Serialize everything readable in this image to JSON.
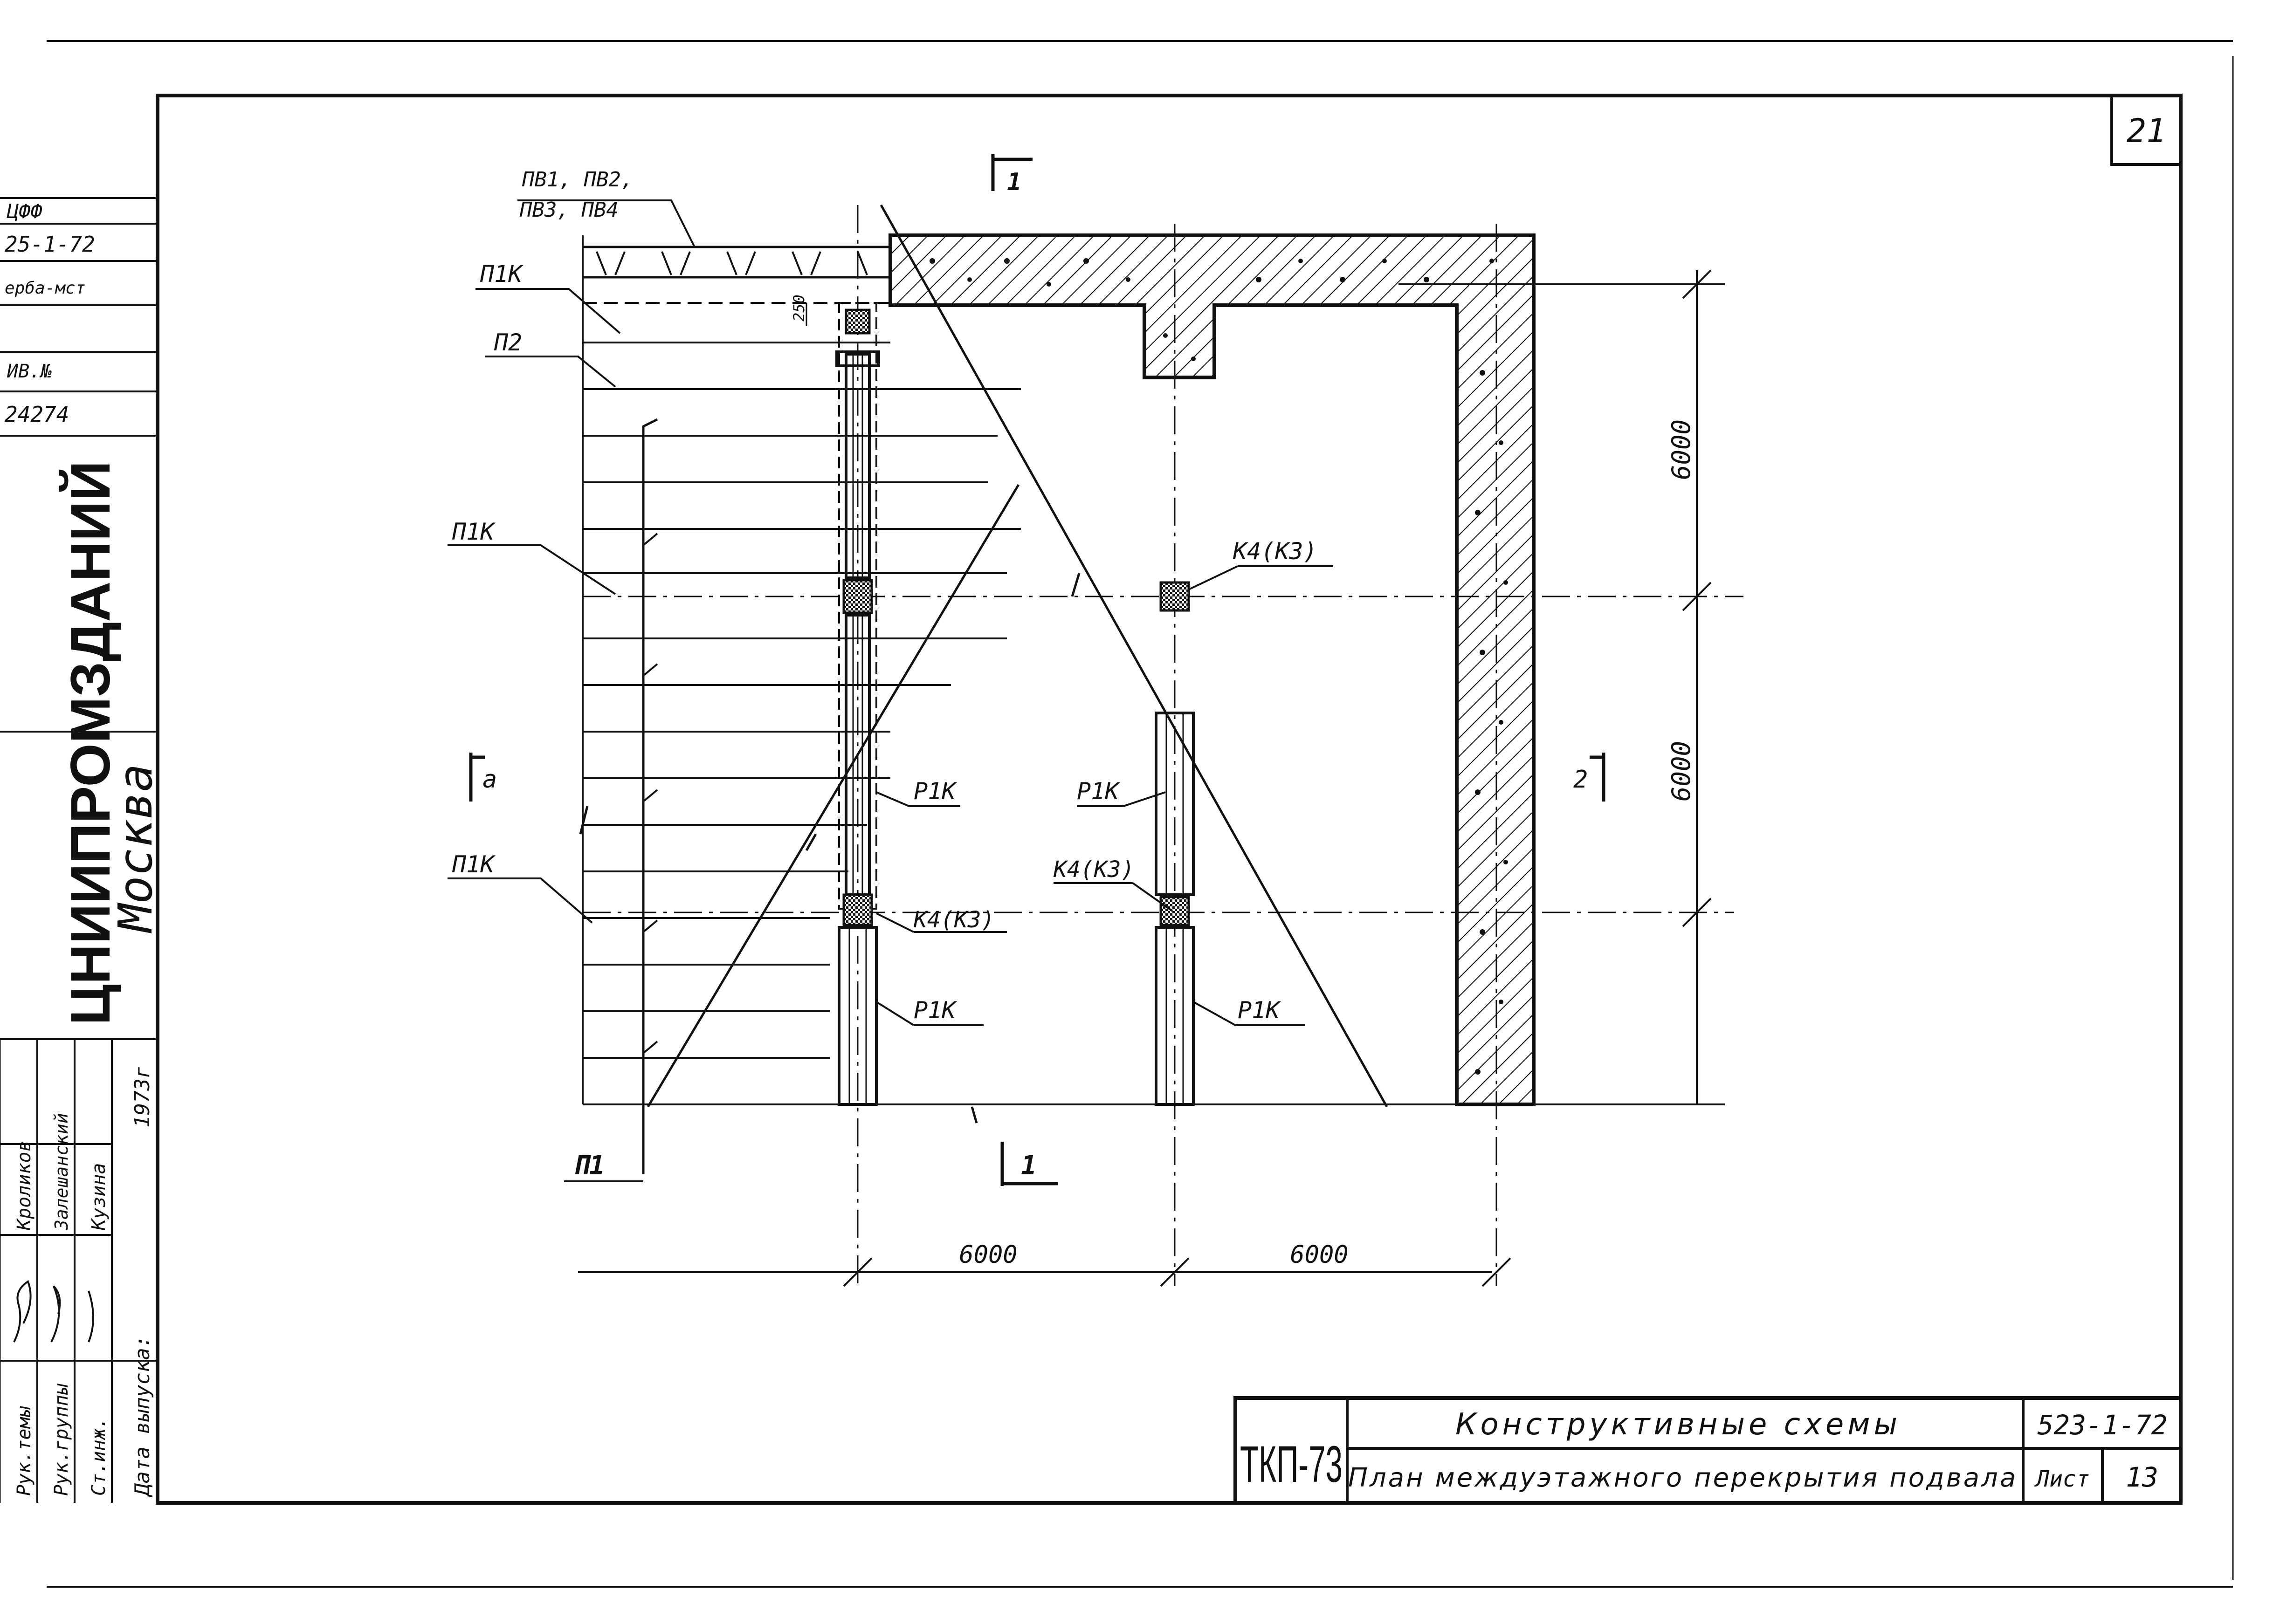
{
  "sheet": {
    "corner_number": "21",
    "organization_line1": "ЦНИИПРОМЗДАНИЙ",
    "organization_line2": "Москва",
    "archive_labels": [
      "ЦФФ",
      "25-1-72",
      "ерба-мст",
      "ИВ.№",
      "24274"
    ],
    "approvals": {
      "roles": [
        "Рук.темы",
        "Рук.группы",
        "Ст.инж.",
        "Дата выпуска:"
      ],
      "names": [
        "Кроликов",
        "Залешанский",
        "Кузина",
        "1973г"
      ]
    }
  },
  "title_block": {
    "series_code": "ТКП-73",
    "title_line1": "Конструктивные схемы",
    "title_line2": "План междуэтажного перекрытия подвала",
    "doc_number": "523-1-72",
    "sheet_label": "Лист",
    "sheet_number": "13"
  },
  "plan": {
    "labels": {
      "pv_group_line1": "ПВ1, ПВ2,",
      "pv_group_line2": "ПВ3, ПВ4",
      "p1k_top": "П1К",
      "p2": "П2",
      "p1k_mid": "П1К",
      "p1k_low": "П1К",
      "p1": "П1",
      "k4_center": "К4(К3)",
      "k4_left": "К4(К3)",
      "k4_right": "К4(К3)",
      "r1k_a": "Р1К",
      "r1k_b": "Р1К",
      "r1k_c": "Р1К",
      "r1k_d": "Р1К",
      "small_dim": "250"
    },
    "section_marks": {
      "top": "1",
      "bottom": "1",
      "left": "а",
      "right": "2"
    },
    "dimensions": {
      "vertical": [
        "6000",
        "6000"
      ],
      "horizontal": [
        "6000",
        "6000"
      ]
    }
  }
}
